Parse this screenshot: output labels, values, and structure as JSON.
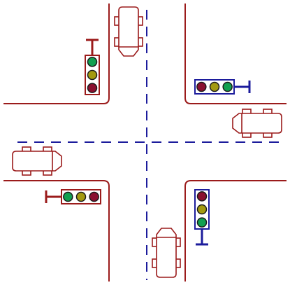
{
  "colors": {
    "background": "#ffffff",
    "road_edge": "#9b1b1b",
    "lane_marking": "#1c1c9c",
    "vehicle_outline": "#9b1b1b",
    "vehicle_fill": "#ffffff",
    "housing_north_west": "#9b1b1b",
    "housing_north_east": "#1c1c9c",
    "housing_south_west": "#9b1b1b",
    "housing_south_east": "#1c1c9c",
    "light_red": "#8a1030",
    "light_yellow": "#a39a10",
    "light_green": "#12a050"
  },
  "diagram": {
    "kind": "four-way intersection",
    "lane_marking_style": "dashed",
    "vehicles": [
      {
        "id": "north",
        "heading": "south"
      },
      {
        "id": "east",
        "heading": "west"
      },
      {
        "id": "west",
        "heading": "east"
      },
      {
        "id": "south",
        "heading": "north"
      }
    ],
    "traffic_lights": [
      {
        "corner": "north-west",
        "orientation": "vertical",
        "lamps": [
          "green",
          "yellow",
          "red"
        ]
      },
      {
        "corner": "north-east",
        "orientation": "horizontal",
        "lamps": [
          "red",
          "yellow",
          "green"
        ]
      },
      {
        "corner": "south-west",
        "orientation": "horizontal",
        "lamps": [
          "green",
          "yellow",
          "red"
        ]
      },
      {
        "corner": "south-east",
        "orientation": "vertical",
        "lamps": [
          "red",
          "yellow",
          "green"
        ]
      }
    ]
  }
}
